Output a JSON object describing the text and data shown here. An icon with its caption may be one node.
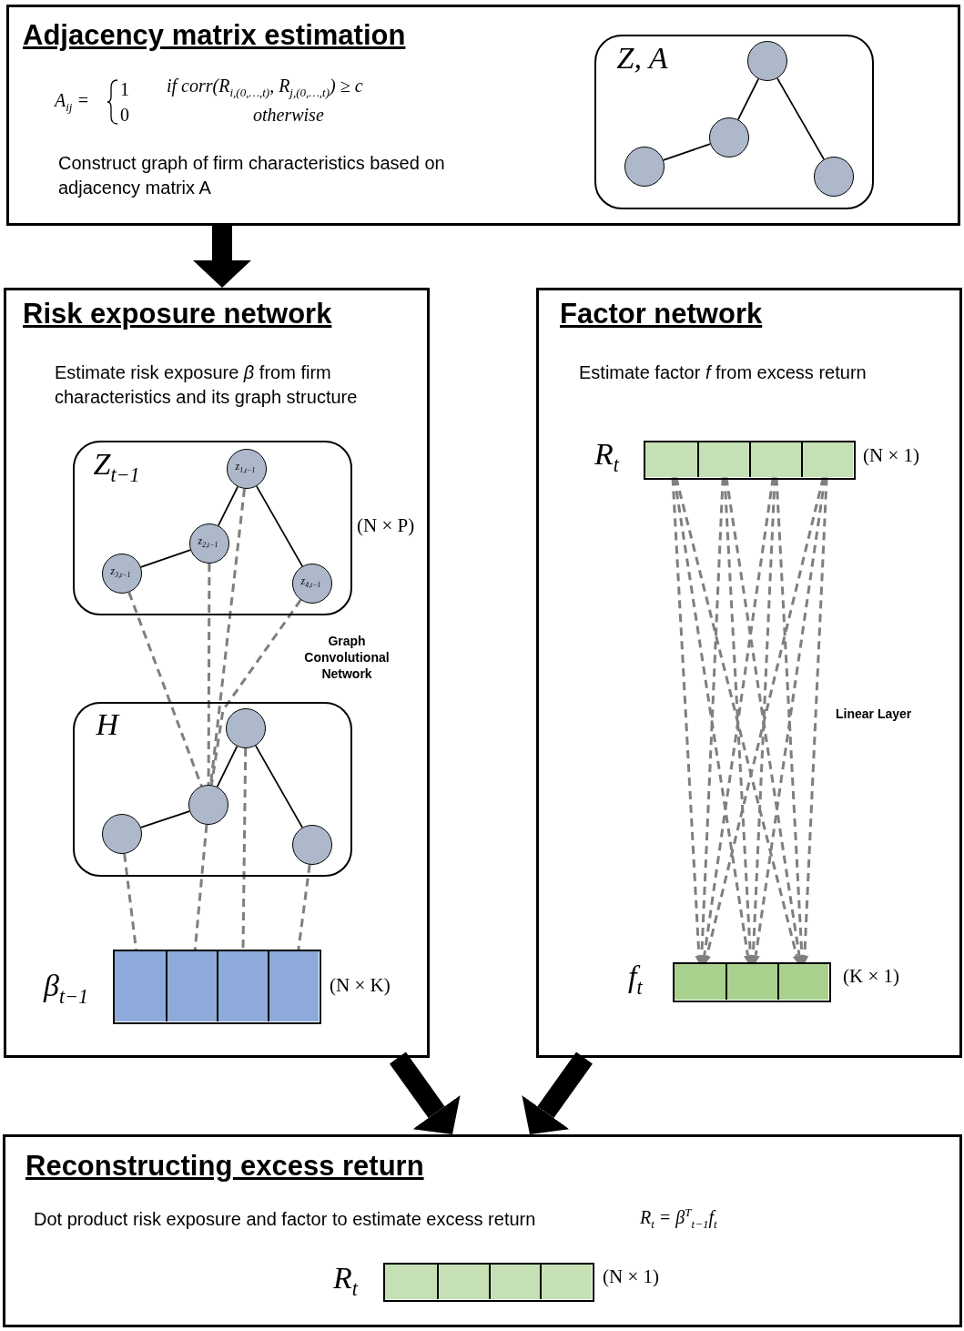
{
  "diagram": {
    "nodes": [
      {
        "text": [
          "Adjacency matrix estimation",
          "Construct graph of firm characteristics based on adjacency matrix A"
        ]
      },
      {
        "text": [
          "Z, A"
        ],
        "in": 0
      },
      {
        "text": [],
        "shape": "circle",
        "in": 1
      },
      {
        "text": [],
        "shape": "circle",
        "in": 1
      },
      {
        "text": [],
        "shape": "circle",
        "in": 1
      },
      {
        "text": [],
        "shape": "circle",
        "in": 1
      },
      {
        "text": [
          "Risk exposure network",
          "Estimate risk exposure *β* from firm characteristics and its graph structure"
        ]
      },
      {
        "text": [
          "Z$_{t−1}$"
        ],
        "in": 6,
        "beside": [
          "(N × P)"
        ]
      },
      {
        "text": [
          "z$_{1,t−1}$"
        ],
        "in": 7
      },
      {
        "text": [
          "z$_{2,t−1}$"
        ],
        "in": 7
      },
      {
        "text": [
          "z$_{3,t−1}$"
        ],
        "in": 7
      },
      {
        "text": [
          "z$_{4,t−1}$"
        ],
        "in": 7
      },
      {
        "text": [
          "H"
        ],
        "in": 6
      },
      {
        "text": [],
        "shape": "circle",
        "in": 12
      },
      {
        "text": [],
        "shape": "circle",
        "in": 12
      },
      {
        "text": [],
        "shape": "circle",
        "in": 12
      },
      {
        "text": [],
        "shape": "circle",
        "in": 12
      },
      {
        "text": [],
        "shape": "bar",
        "in": 6,
        "beside": [
          "β$_{t−1}$",
          "(N × K)"
        ]
      },
      {
        "text": [],
        "shape": "box",
        "in": 17
      },
      {
        "text": [],
        "shape": "box",
        "in": 17
      },
      {
        "text": [],
        "shape": "box",
        "in": 17
      },
      {
        "text": [],
        "shape": "box",
        "in": 17
      },
      {
        "text": [
          "Factor network",
          "Estimate factor *f* from excess return"
        ]
      },
      {
        "text": [],
        "shape": "bar",
        "in": 22,
        "beside": [
          "R$_{t}$",
          "(N × 1)"
        ]
      },
      {
        "text": [],
        "shape": "box",
        "in": 23
      },
      {
        "text": [],
        "shape": "box",
        "in": 23
      },
      {
        "text": [],
        "shape": "box",
        "in": 23
      },
      {
        "text": [],
        "shape": "box",
        "in": 23
      },
      {
        "text": [],
        "shape": "bar",
        "in": 22,
        "beside": [
          "f$_{t}$",
          "(K × 1)"
        ]
      },
      {
        "text": [],
        "shape": "box",
        "in": 28
      },
      {
        "text": [],
        "shape": "box",
        "in": 28
      },
      {
        "text": [],
        "shape": "box",
        "in": 28
      },
      {
        "text": [
          "Reconstructing excess return",
          "Dot product risk exposure and factor to estimate excess return"
        ]
      },
      {
        "text": [],
        "shape": "bar",
        "in": 32,
        "beside": [
          "R$_{t}$",
          "(N × 1)"
        ]
      },
      {
        "text": [],
        "shape": "box",
        "in": 33
      },
      {
        "text": [],
        "shape": "box",
        "in": 33
      },
      {
        "text": [],
        "shape": "box",
        "in": 33
      },
      {
        "text": [],
        "shape": "box",
        "in": 33
      }
    ],
    "edges": [
      {
        "from": 2,
        "to": 3,
        "arrow": "none",
        "color": "#000000"
      },
      {
        "from": 3,
        "to": 4,
        "arrow": "none",
        "color": "#000000"
      },
      {
        "from": 4,
        "to": 5,
        "arrow": "none",
        "color": "#000000"
      },
      {
        "from": 0,
        "to": 6,
        "arrow": "to",
        "style": "thick",
        "color": "#000000"
      },
      {
        "from": 10,
        "to": 9,
        "arrow": "none",
        "color": "#000000"
      },
      {
        "from": 9,
        "to": 8,
        "arrow": "none",
        "color": "#000000"
      },
      {
        "from": 8,
        "to": 11,
        "arrow": "none",
        "color": "#000000"
      },
      {
        "from": 13,
        "to": 14,
        "arrow": "none",
        "color": "#000000"
      },
      {
        "from": 14,
        "to": 15,
        "arrow": "none",
        "color": "#000000"
      },
      {
        "from": 15,
        "to": 16,
        "arrow": "none",
        "color": "#000000"
      },
      {
        "from": 10,
        "to": 14,
        "arrow": "none",
        "style": "dashed"
      },
      {
        "from": 9,
        "to": 14,
        "arrow": "none",
        "style": "dashed"
      },
      {
        "from": 8,
        "to": 14,
        "arrow": "none",
        "style": "dashed"
      },
      {
        "from": 11,
        "to": 14,
        "arrow": "none",
        "style": "dashed"
      },
      {
        "from": 13,
        "to": 18,
        "arrow": "none",
        "style": "dashed"
      },
      {
        "from": 14,
        "to": 19,
        "arrow": "none",
        "style": "dashed"
      },
      {
        "from": 15,
        "to": 20,
        "arrow": "none",
        "style": "dashed"
      },
      {
        "from": 16,
        "to": 21,
        "arrow": "none",
        "style": "dashed"
      },
      {
        "from": 24,
        "to": 29,
        "arrow": "to",
        "style": "dashed"
      },
      {
        "from": 24,
        "to": 30,
        "arrow": "to",
        "style": "dashed"
      },
      {
        "from": 24,
        "to": 31,
        "arrow": "to",
        "style": "dashed"
      },
      {
        "from": 25,
        "to": 29,
        "arrow": "to",
        "style": "dashed"
      },
      {
        "from": 25,
        "to": 30,
        "arrow": "to",
        "style": "dashed"
      },
      {
        "from": 25,
        "to": 31,
        "arrow": "to",
        "style": "dashed"
      },
      {
        "from": 26,
        "to": 29,
        "arrow": "to",
        "style": "dashed"
      },
      {
        "from": 26,
        "to": 30,
        "arrow": "to",
        "style": "dashed"
      },
      {
        "from": 26,
        "to": 31,
        "arrow": "to",
        "style": "dashed"
      },
      {
        "from": 27,
        "to": 29,
        "arrow": "to",
        "style": "dashed"
      },
      {
        "from": 27,
        "to": 30,
        "arrow": "to",
        "style": "dashed"
      },
      {
        "from": 27,
        "to": 31,
        "arrow": "to",
        "style": "dashed"
      },
      {
        "from": 6,
        "to": 32,
        "arrow": "to",
        "style": "thick",
        "color": "#000000"
      },
      {
        "from": 22,
        "to": 32,
        "arrow": "to",
        "style": "thick",
        "color": "#000000"
      }
    ],
    "labels": [
      "A$_{ij}$ =",
      "1",
      "0",
      "if corr(R$_{i,(0,…,t)}$, R$_{j,(0,…,t)}$) ≥ c",
      "otherwise",
      "Graph Convolutional Network",
      "Linear Layer",
      "R$_{t}$ = β$^{T}$$_{t−1}$f$_{t}$"
    ]
  }
}
